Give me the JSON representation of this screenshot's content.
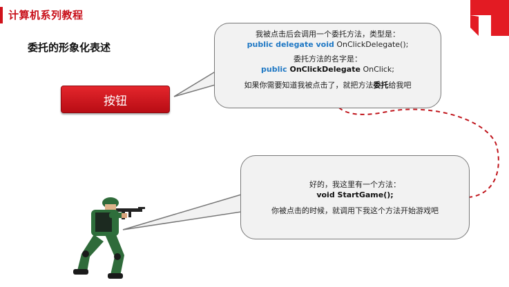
{
  "header": {
    "title": "计算机系列教程"
  },
  "slide": {
    "subtitle": "委托的形象化表述"
  },
  "button": {
    "label": "按钮"
  },
  "bubble_top": {
    "line1": "我被点击后会调用一个委托方法，类型是：",
    "line2_kw1": "public delegate void",
    "line2_rest": " OnClickDelegate();",
    "line3": "委托方法的名字是：",
    "line4_kw": "public",
    "line4_bold": " OnClickDelegate",
    "line4_rest": " OnClick;",
    "line5_a": "如果你需要知道我被点击了，就把方法",
    "line5_bold": "委托",
    "line5_b": "给我吧"
  },
  "bubble_bottom": {
    "line1": "好的，我这里有一个方法：",
    "line2": "void StartGame();",
    "line3": "你被点击的时候，就调用下我这个方法开始游戏吧"
  },
  "colors": {
    "accent": "#d0121b",
    "keyword": "#1f78c4",
    "arrow": "#c0151c"
  },
  "icons": [
    "soldier-figure",
    "red-corner-logo",
    "dashed-curved-arrow"
  ]
}
